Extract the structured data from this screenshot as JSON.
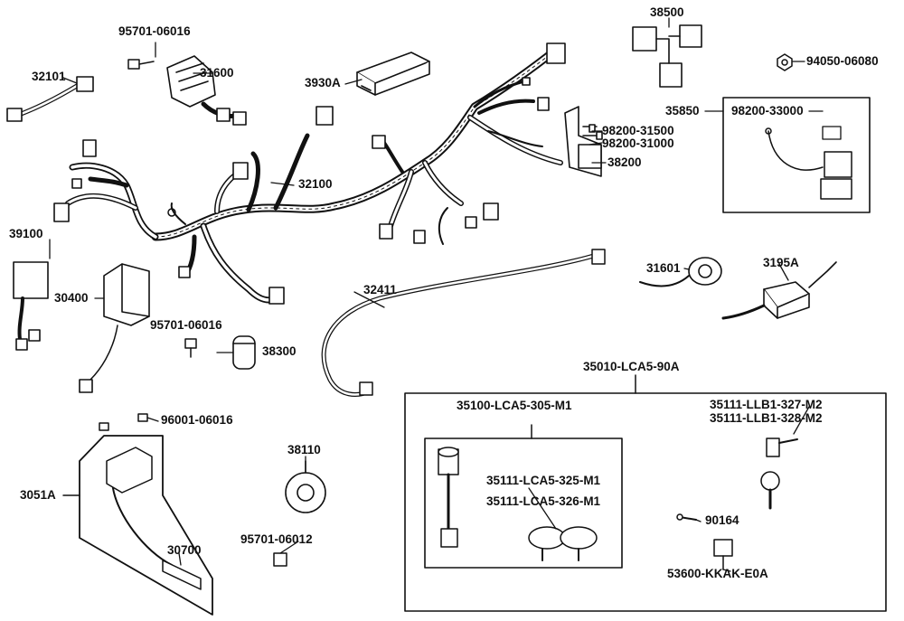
{
  "diagram": {
    "parts": {
      "p32101": "32101",
      "p95701_06016_a": "95701-06016",
      "p31600": "31600",
      "p3930A": "3930A",
      "p38500": "38500",
      "p94050_06080": "94050-06080",
      "p35850": "35850",
      "p98200_33000": "98200-33000",
      "p98200_31500": "98200-31500",
      "p98200_31000": "98200-31000",
      "p38200": "38200",
      "p32100": "32100",
      "p39100": "39100",
      "p30400": "30400",
      "p95701_06016_b": "95701-06016",
      "p38300": "38300",
      "p32411": "32411",
      "p31601": "31601",
      "p3195A": "3195A",
      "p35010_LCA5_90A": "35010-LCA5-90A",
      "p35100_LCA5_305_M1": "35100-LCA5-305-M1",
      "p35111_LLB1_327_M2": "35111-LLB1-327-M2",
      "p35111_LLB1_328_M2": "35111-LLB1-328-M2",
      "p96001_06016": "96001-06016",
      "p3051A": "3051A",
      "p38110": "38110",
      "p35111_LCA5_325_M1": "35111-LCA5-325-M1",
      "p35111_LCA5_326_M1": "35111-LCA5-326-M1",
      "p90164": "90164",
      "p30700": "30700",
      "p95701_06012": "95701-06012",
      "p53600_KKAK_E0A": "53600-KKAK-E0A"
    }
  }
}
